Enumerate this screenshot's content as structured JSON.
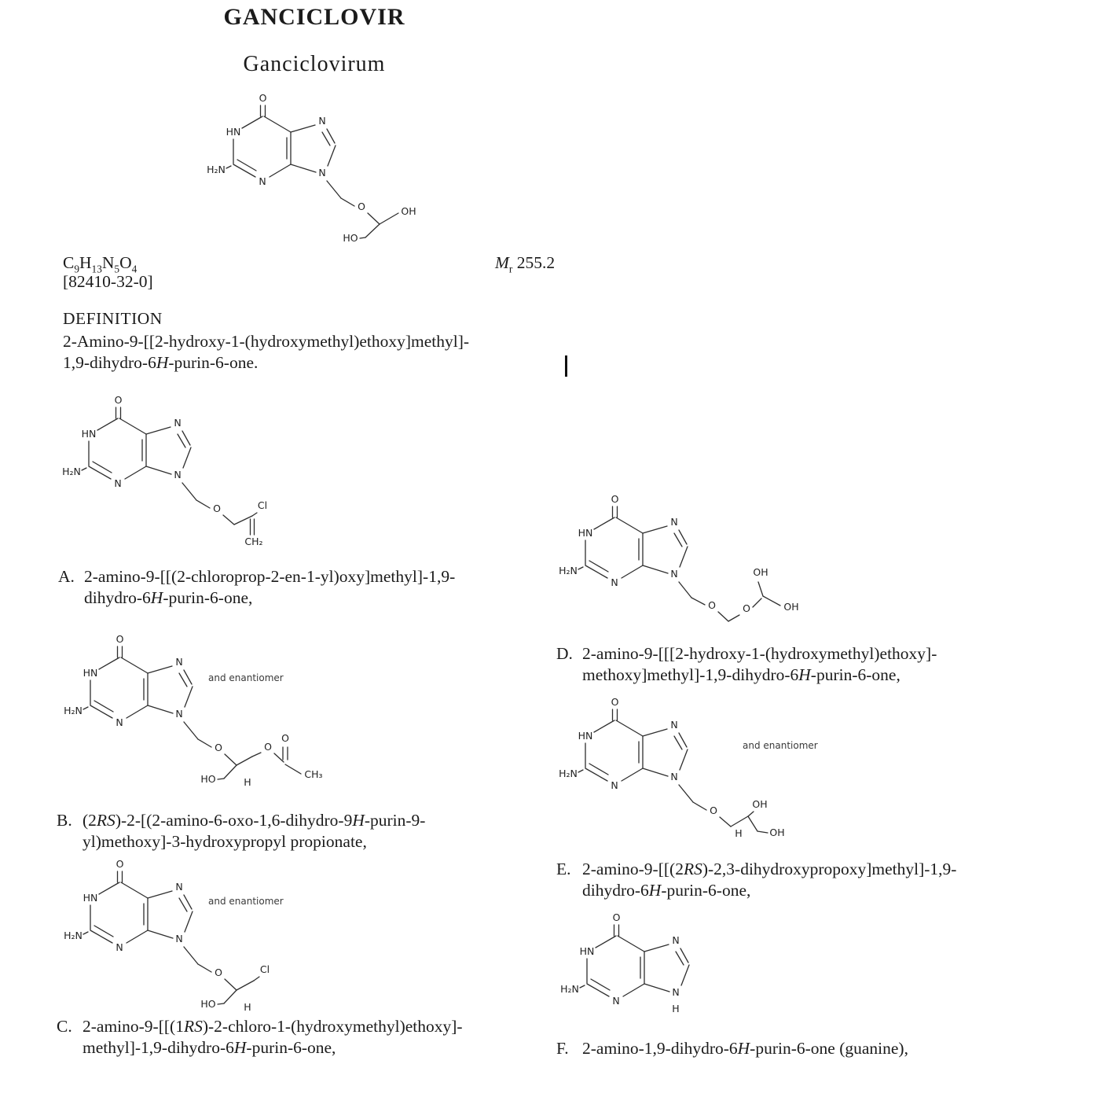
{
  "page": {
    "title": "GANCICLOVIR",
    "subtitle": "Ganciclovirum"
  },
  "formula_block": {
    "molecular_formula": "C~9~H~13~N~5~O~4~",
    "relative_mass": "*M*~r~ 255.2",
    "cas_number": "[82410-32-0]"
  },
  "definition": {
    "heading": "DEFINITION",
    "lines": [
      "2-Amino-9-[[2-hydroxy-1-(hydroxymethyl)ethoxy]methyl]-",
      "1,9-dihydro-6*H*-purin-6-one."
    ]
  },
  "impurities": [
    {
      "label": "A.",
      "lines": [
        "2-amino-9-[[(2-chloroprop-2-en-1-yl)oxy]methyl]-1,9-",
        "dihydro-6*H*-purin-6-one,"
      ]
    },
    {
      "label": "B.",
      "lines": [
        "(2*RS*)-2-[(2-amino-6-oxo-1,6-dihydro-9*H*-purin-9-",
        "yl)methoxy]-3-hydroxypropyl propionate,"
      ]
    },
    {
      "label": "C.",
      "lines": [
        "2-amino-9-[[(1*RS*)-2-chloro-1-(hydroxymethyl)ethoxy]-",
        "methyl]-1,9-dihydro-6*H*-purin-6-one,"
      ]
    },
    {
      "label": "D.",
      "lines": [
        "2-amino-9-[[[2-hydroxy-1-(hydroxymethyl)ethoxy]-",
        "methoxy]methyl]-1,9-dihydro-6*H*-purin-6-one,"
      ]
    },
    {
      "label": "E.",
      "lines": [
        "2-amino-9-[[(2*RS*)-2,3-dihydroxypropoxy]methyl]-1,9-",
        "dihydro-6*H*-purin-6-one,"
      ]
    },
    {
      "label": "F.",
      "lines": [
        "2-amino-1,9-dihydro-6*H*-purin-6-one (guanine),"
      ]
    }
  ],
  "atoms": {
    "O": "O",
    "HN": "HN",
    "H2N": "H₂N",
    "N": "N",
    "OH": "OH",
    "HO": "HO",
    "Cl": "Cl",
    "CH2": "CH₂",
    "CH3": "CH₃",
    "H": "H"
  },
  "annotations": {
    "and_enantiomer": "and enantiomer"
  }
}
